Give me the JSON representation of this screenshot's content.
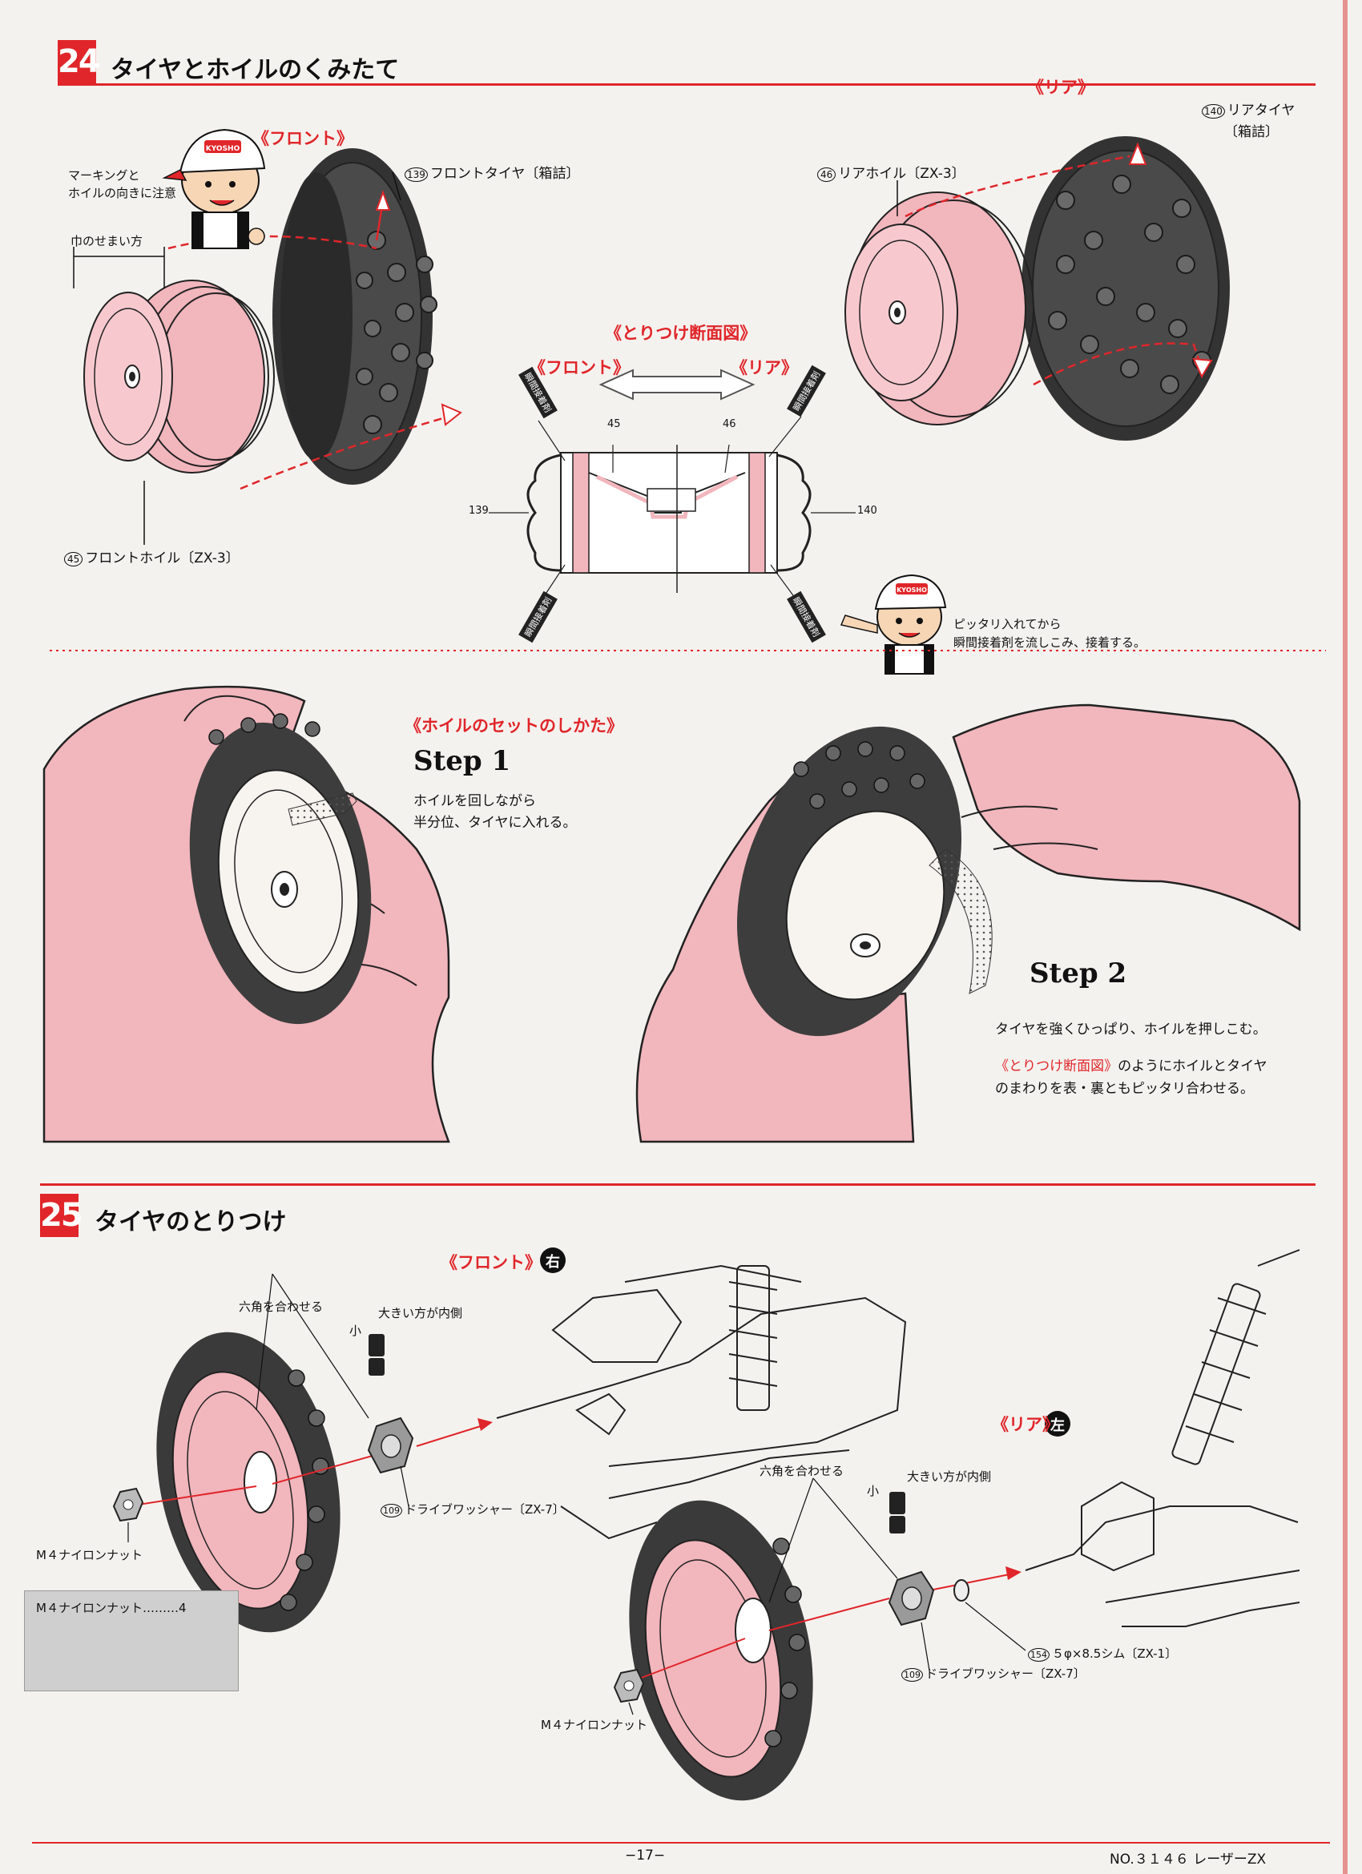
{
  "colors": {
    "accent": "#e0262a",
    "wheel_pink": "#f2b6bd",
    "tire": "#3a3a3a",
    "paper": "#f4f2ef"
  },
  "step24": {
    "number": "24",
    "title": "タイヤとホイルのくみたて",
    "front_label": "《フロント》",
    "rear_label": "《リア》",
    "mascot_note_line1": "マーキングと",
    "mascot_note_line2": "ホイルの向きに注意",
    "narrow_side": "巾のせまい方",
    "front_tire": "フロントタイヤ〔箱詰〕",
    "front_tire_num": "139",
    "front_wheel": "フロントホイル〔ZX-3〕",
    "front_wheel_num": "45",
    "rear_wheel": "リアホイル〔ZX-3〕",
    "rear_wheel_num": "46",
    "rear_tire_line1": "リアタイヤ",
    "rear_tire_line2": "〔箱詰〕",
    "rear_tire_num": "140",
    "cross_title": "《とりつけ断面図》",
    "cross_front": "《フロント》",
    "cross_rear": "《リア》",
    "glue_label": "瞬間接着剤",
    "num_45": "45",
    "num_46": "46",
    "num_139": "139",
    "num_140": "140",
    "fit_note_line1": "ピッタリ入れてから",
    "fit_note_line2": "瞬間接着剤を流しこみ、接着する。",
    "howto_title": "《ホイルのセットのしかた》",
    "step1_title": "Step 1",
    "step1_line1": "ホイルを回しながら",
    "step1_line2": "半分位、タイヤに入れる。",
    "step2_title": "Step 2",
    "step2_line1": "タイヤを強くひっぱり、ホイルを押しこむ。",
    "step2_ref": "《とりつけ断面図》",
    "step2_line2_rest": "のようにホイルとタイヤ",
    "step2_line3": "のまわりを表・裏ともピッタリ合わせる。",
    "brand_cap": "KYOSHO"
  },
  "step25": {
    "number": "25",
    "title": "タイヤのとりつけ",
    "front_label": "《フロント》",
    "front_side": "右",
    "rear_label": "《リア》",
    "rear_side": "左",
    "hex_align": "六角を合わせる",
    "small": "小",
    "large_inside": "大きい方が内側",
    "drive_washer": "ドライブワッシャー〔ZX-7〕",
    "drive_washer_num": "109",
    "nylon_nut": "M４ナイロンナット",
    "shim": "５φ×8.5シム〔ZX-1〕",
    "shim_num": "154",
    "parts_box_label": "M４ナイロンナット………4"
  },
  "footer": {
    "page": "−17−",
    "model": "NO.３１４６ レーザーZX"
  }
}
